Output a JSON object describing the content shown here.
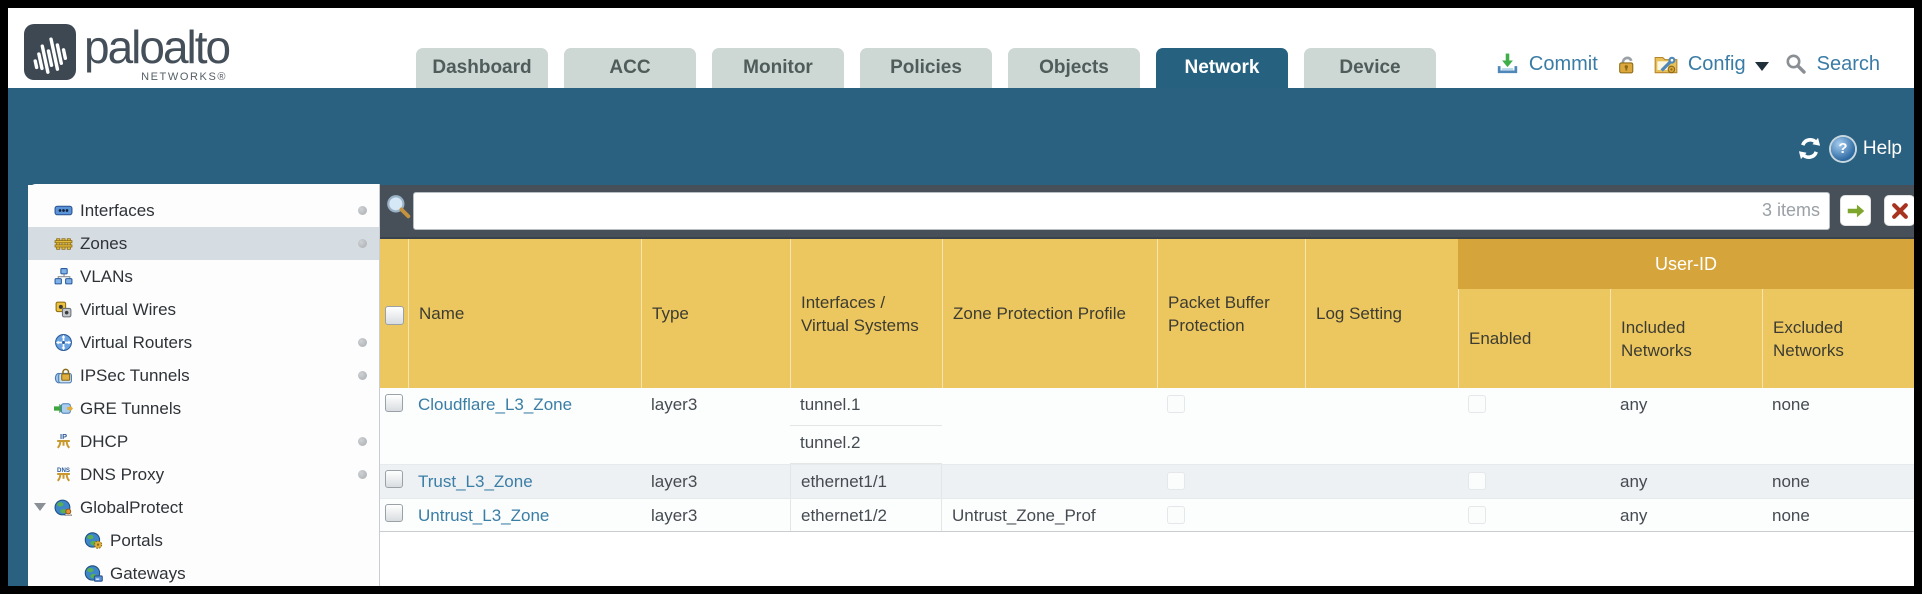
{
  "brand": {
    "word": "paloalto",
    "sub": "NETWORKS®"
  },
  "nav": {
    "tabs": [
      {
        "label": "Dashboard",
        "active": false
      },
      {
        "label": "ACC",
        "active": false
      },
      {
        "label": "Monitor",
        "active": false
      },
      {
        "label": "Policies",
        "active": false
      },
      {
        "label": "Objects",
        "active": false
      },
      {
        "label": "Network",
        "active": true
      },
      {
        "label": "Device",
        "active": false
      }
    ]
  },
  "header_actions": {
    "commit": "Commit",
    "config": "Config",
    "search": "Search"
  },
  "band_tools": {
    "help": "Help"
  },
  "filter": {
    "value": "",
    "count_label": "3 items"
  },
  "sidebar": {
    "items": [
      {
        "label": "Interfaces"
      },
      {
        "label": "Zones"
      },
      {
        "label": "VLANs"
      },
      {
        "label": "Virtual Wires"
      },
      {
        "label": "Virtual Routers"
      },
      {
        "label": "IPSec Tunnels"
      },
      {
        "label": "GRE Tunnels"
      },
      {
        "label": "DHCP"
      },
      {
        "label": "DNS Proxy"
      },
      {
        "label": "GlobalProtect"
      },
      {
        "label": "Portals"
      },
      {
        "label": "Gateways"
      }
    ]
  },
  "table": {
    "group_header": "User-ID",
    "columns": {
      "name": "Name",
      "type": "Type",
      "interfaces": "Interfaces / Virtual Systems",
      "zone_protection": "Zone Protection Profile",
      "packet_buffer": "Packet Buffer Protection",
      "log_setting": "Log Setting",
      "enabled": "Enabled",
      "included": "Included Networks",
      "excluded": "Excluded Networks"
    },
    "rows": [
      {
        "name": "Cloudflare_L3_Zone",
        "type": "layer3",
        "interfaces": [
          "tunnel.1",
          "tunnel.2"
        ],
        "zone_protection_profile": "",
        "log_setting": "",
        "included_networks": "any",
        "excluded_networks": "none"
      },
      {
        "name": "Trust_L3_Zone",
        "type": "layer3",
        "interfaces": [
          "ethernet1/1"
        ],
        "zone_protection_profile": "",
        "log_setting": "",
        "included_networks": "any",
        "excluded_networks": "none"
      },
      {
        "name": "Untrust_L3_Zone",
        "type": "layer3",
        "interfaces": [
          "ethernet1/2"
        ],
        "zone_protection_profile": "Untrust_Zone_Prof",
        "log_setting": "",
        "included_networks": "any",
        "excluded_networks": "none"
      }
    ]
  },
  "colors": {
    "accent_teal": "#2b6180",
    "tab_inactive": "#cdd7d3",
    "header_yellow": "#ecc75f",
    "user_id_band": "#d5a43b",
    "filter_bar_bg": "#475059",
    "link_blue": "#3a7ea6",
    "commit_green": "#3fae49",
    "close_red": "#a83420"
  }
}
